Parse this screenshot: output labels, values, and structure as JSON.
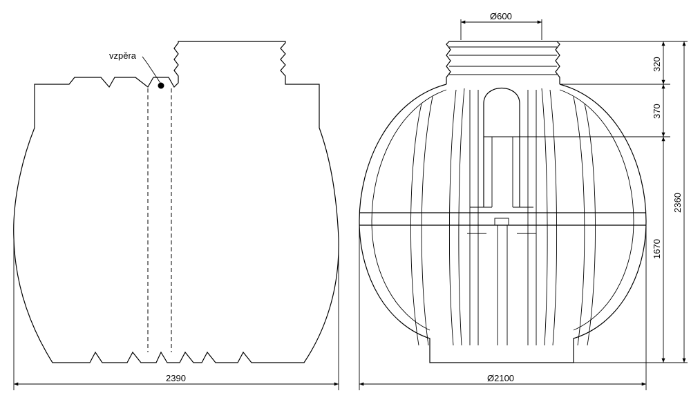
{
  "labels": {
    "strut": "vzpěra"
  },
  "dimensions": {
    "side_width": "2390",
    "front_diameter": "Ø2100",
    "neck_diameter": "Ø600",
    "neck_height": "320",
    "shoulder_height": "370",
    "total_height": "2360",
    "lower_height": "1670"
  },
  "colors": {
    "line": "#000000",
    "background": "#ffffff"
  }
}
